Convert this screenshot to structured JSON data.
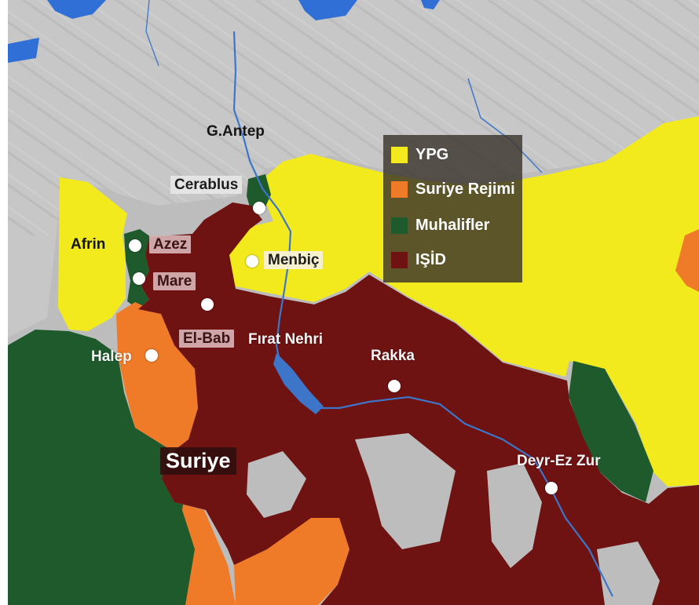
{
  "colors": {
    "ypg": "#f2ea1c",
    "rejim": "#ef7a28",
    "muhalifler": "#1e5a2c",
    "isid": "#6e1212",
    "turkey": "#c7c7c7",
    "syria_ground": "#bdbdbd",
    "water": "#2f6fd6",
    "river": "#3d76c9"
  },
  "legend": {
    "items": [
      {
        "label": "YPG",
        "color": "#f2ea1c"
      },
      {
        "label": "Suriye Rejimi",
        "color": "#ef7a28"
      },
      {
        "label": "Muhalifler",
        "color": "#1e5a2c"
      },
      {
        "label": "IŞİD",
        "color": "#6e1212"
      }
    ]
  },
  "places": {
    "gantep": "G.Antep",
    "cerablus": "Cerablus",
    "afrin": "Afrin",
    "azez": "Azez",
    "mare": "Mare",
    "menbic": "Menbiç",
    "elbab": "El-Bab",
    "firat": "Fırat Nehri",
    "halep": "Halep",
    "rakka": "Rakka",
    "suriye": "Suriye",
    "deyr": "Deyr-Ez Zur"
  }
}
